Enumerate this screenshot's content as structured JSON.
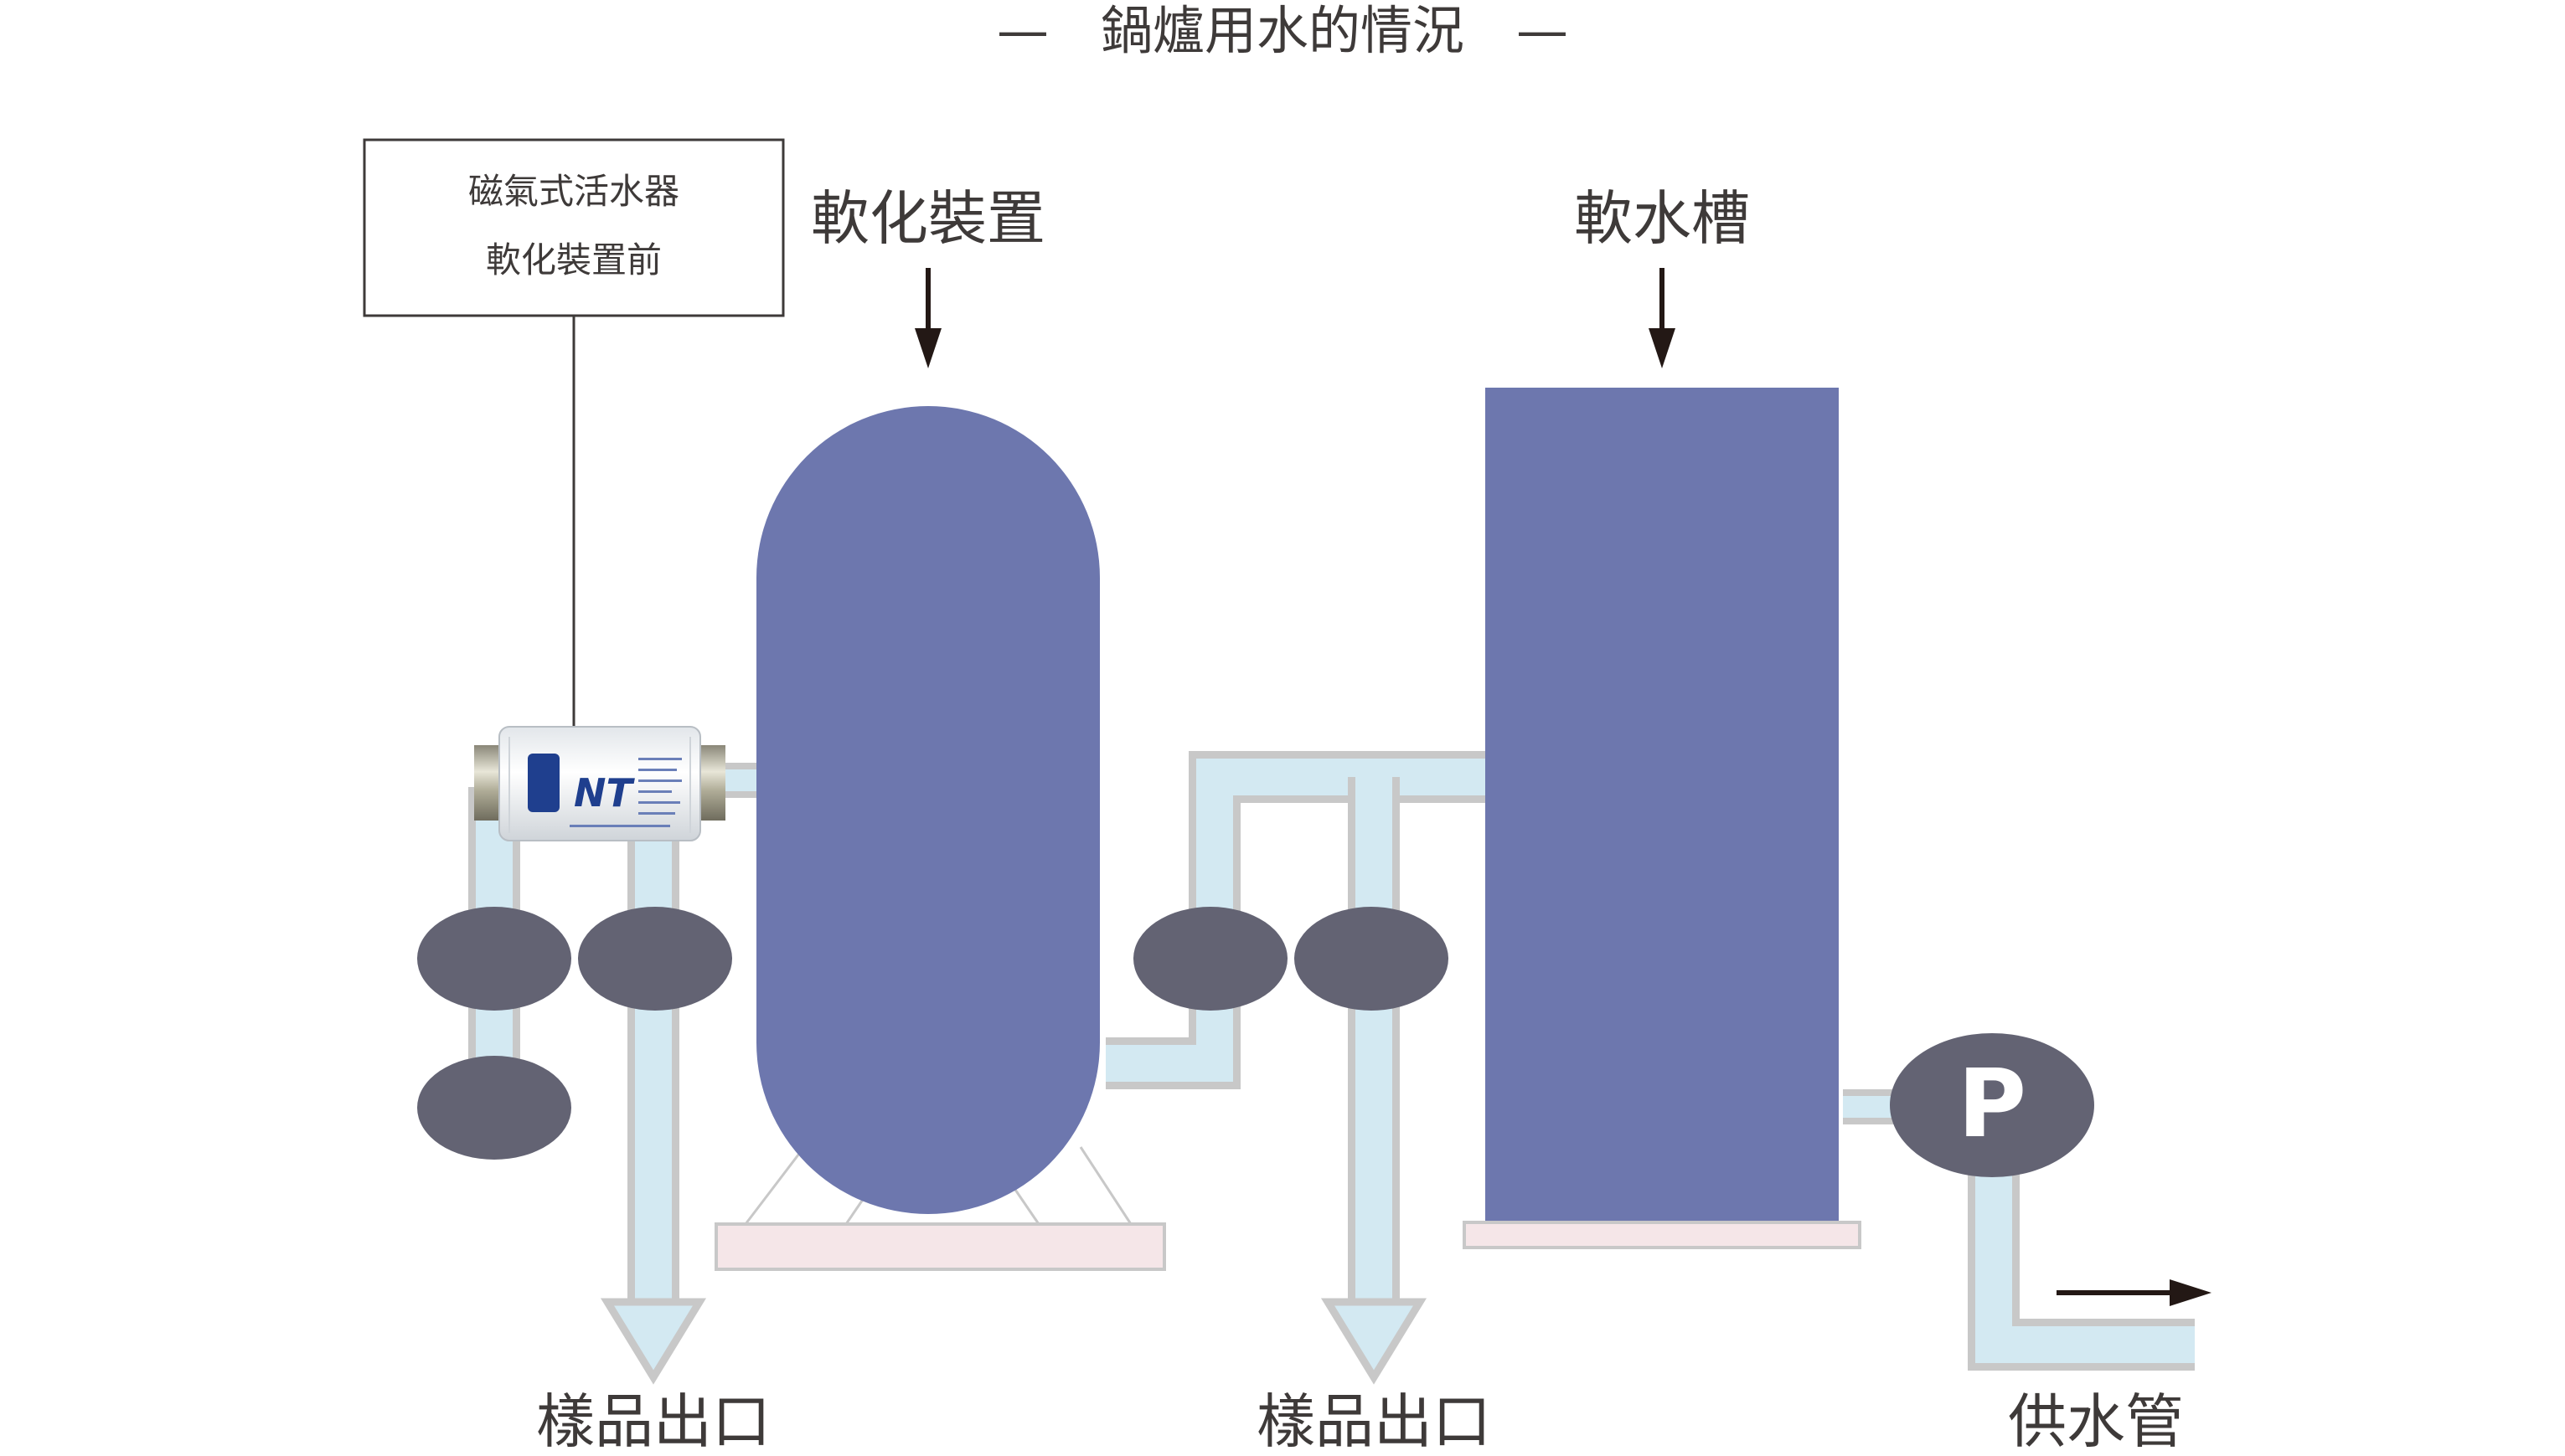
{
  "title": "—　鍋爐用水的情況　—",
  "callout": {
    "line1": "磁氣式活水器",
    "line2": "軟化裝置前"
  },
  "labels": {
    "softener": "軟化裝置",
    "soft_tank": "軟水槽",
    "pump": "P",
    "sample_outlet_1": "樣品出口",
    "sample_outlet_2": "樣品出口",
    "supply_pipe": "供水管"
  },
  "device": {
    "brand_mark": "NT"
  },
  "colors": {
    "tank": "#6d77ae",
    "pipe_fill": "#d3e9f2",
    "pipe_border": "#c8c8c8",
    "valve": "#636373",
    "base": "#f5e6e8",
    "text": "#3e3a39",
    "arrow": "#231815"
  },
  "icons": [
    "down-arrow-icon",
    "right-arrow-icon",
    "valve-icon",
    "pump-icon",
    "magnetic-water-activator-icon"
  ]
}
